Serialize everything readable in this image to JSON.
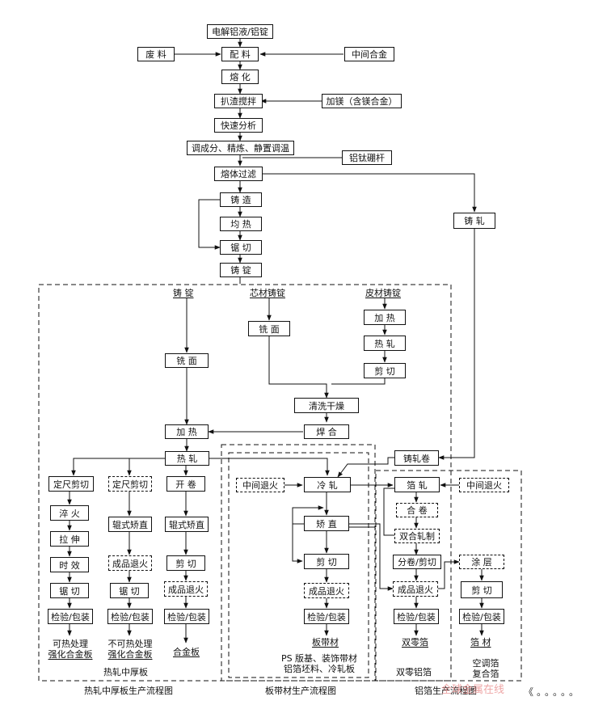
{
  "nodes": {
    "electrolytic": "电解铝液/铝锭",
    "scrap": "废 料",
    "batching": "配 料",
    "master_alloy": "中间合金",
    "melting": "熔 化",
    "skimming": "扒渣搅拌",
    "mg_add": "加镁（含镁合金）",
    "quick_analysis": "快速分析",
    "adjust": "调成分、精炼、静置调温",
    "altib": "铝钛硼杆",
    "filter": "熔体过滤",
    "casting": "铸 造",
    "homogenize": "均 热",
    "saw1": "锯 切",
    "ingot": "铸 锭",
    "cast_roll": "铸 轧",
    "core_mill": "铣 面",
    "clad_heat": "加 热",
    "clad_hot_roll": "热 轧",
    "clad_shear": "剪 切",
    "clean_dry": "清洗干燥",
    "mill_face": "铣 面",
    "weld": "焊 合",
    "heat": "加 热",
    "hot_roll": "热 轧",
    "cast_coil": "铸轧卷",
    "fixed_cut_a": "定尺剪切",
    "quench": "淬 火",
    "stretch": "拉 伸",
    "aging": "时 效",
    "saw_a": "锯 切",
    "inspect_a": "检验/包装",
    "fixed_cut_b": "定尺剪切",
    "roller_b": "辊式矫直",
    "anneal_b": "成品退火",
    "saw_b": "锯 切",
    "inspect_b": "检验/包装",
    "uncoil_c": "开 卷",
    "roller_c": "辊式矫直",
    "shear_c": "剪 切",
    "anneal_c": "成品退火",
    "inspect_c": "检验/包装",
    "inter_anneal_1": "中间退火",
    "cold_roll": "冷 轧",
    "straighten": "矫 直",
    "cut_d": "剪 切",
    "anneal_d": "成品退火",
    "inspect_d": "检验/包装",
    "foil_roll": "箔 轧",
    "inter_anneal_2": "中间退火",
    "combine": "合 卷",
    "double_roll": "双合轧制",
    "split": "分卷/剪切",
    "coating": "涂 层",
    "anneal_e": "成品退火",
    "shear_f": "剪 切",
    "inspect_e": "检验/包装",
    "inspect_f": "检验/包装"
  },
  "labels": {
    "ingot_hdr": "铸 锭",
    "core_hdr": "芯材铸锭",
    "clad_hdr": "皮材铸锭",
    "prod_a": [
      "可热处理",
      "强化合金板"
    ],
    "prod_b": [
      "不可热处理",
      "强化合金板"
    ],
    "prod_c": "合金板",
    "hot_plate": "热轧中厚板",
    "strip": "板带材",
    "strip_types": [
      "PS 版基、装饰带材",
      "铝箔坯料、冷轧板"
    ],
    "double_zero": "双零箔",
    "foil": "箔 材",
    "dz_foil": "双零铝箔",
    "ac_foil": [
      "空调箔",
      "复合箔"
    ],
    "cap1": "热轧中厚板生产流程图",
    "cap2": "板带材生产流程图",
    "cap3": "铝箔生产流程图",
    "watermark": "全球金属在线",
    "dots": "《。。。。。"
  }
}
